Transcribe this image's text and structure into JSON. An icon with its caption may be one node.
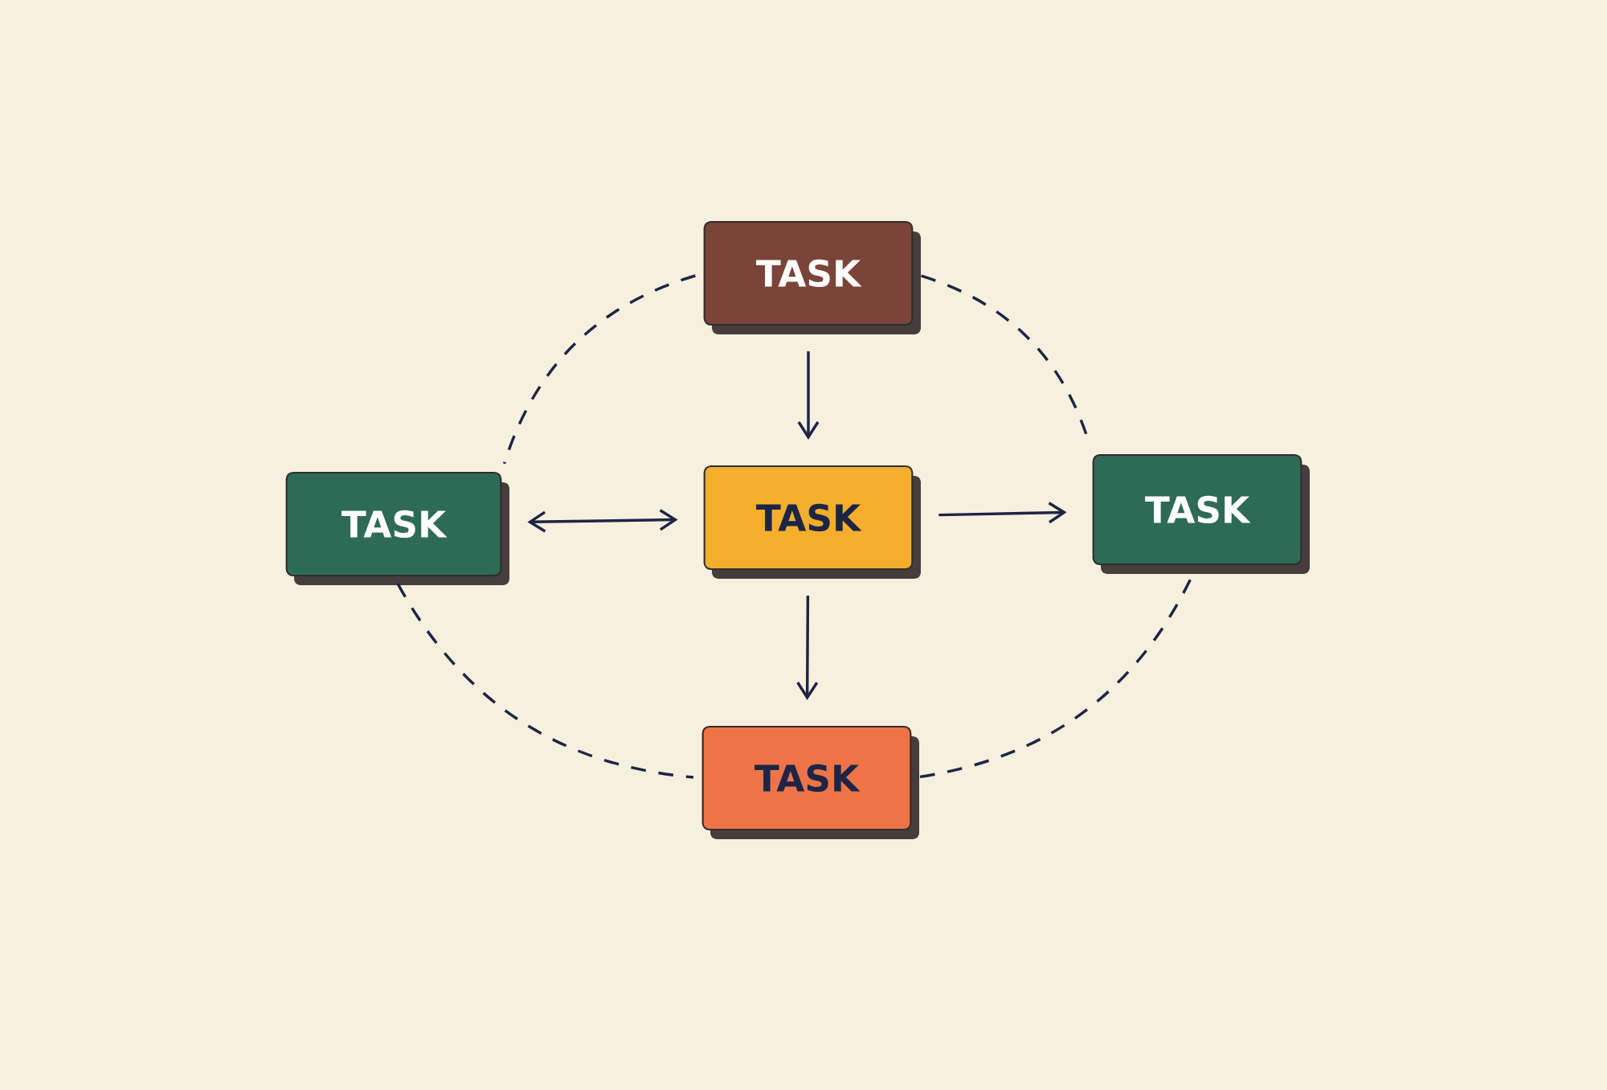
{
  "diagram": {
    "nodes": [
      {
        "text": [
          "TASK"
        ]
      },
      {
        "text": [
          "TASK"
        ]
      },
      {
        "text": [
          "TASK"
        ]
      },
      {
        "text": [
          "TASK"
        ]
      },
      {
        "text": [
          "TASK"
        ]
      }
    ],
    "edges": [
      {
        "from": 0,
        "to": 2,
        "arrow": "to"
      },
      {
        "from": 1,
        "to": 2,
        "arrow": "both"
      },
      {
        "from": 2,
        "to": 3,
        "arrow": "to"
      },
      {
        "from": 2,
        "to": 4,
        "arrow": "to"
      },
      {
        "from": 0,
        "to": 1,
        "arrow": "none",
        "style": "dashed"
      },
      {
        "from": 0,
        "to": 3,
        "arrow": "none",
        "style": "dashed"
      },
      {
        "from": 1,
        "to": 4,
        "arrow": "none",
        "style": "dashed"
      },
      {
        "from": 4,
        "to": 3,
        "arrow": "none",
        "style": "dashed"
      }
    ]
  }
}
